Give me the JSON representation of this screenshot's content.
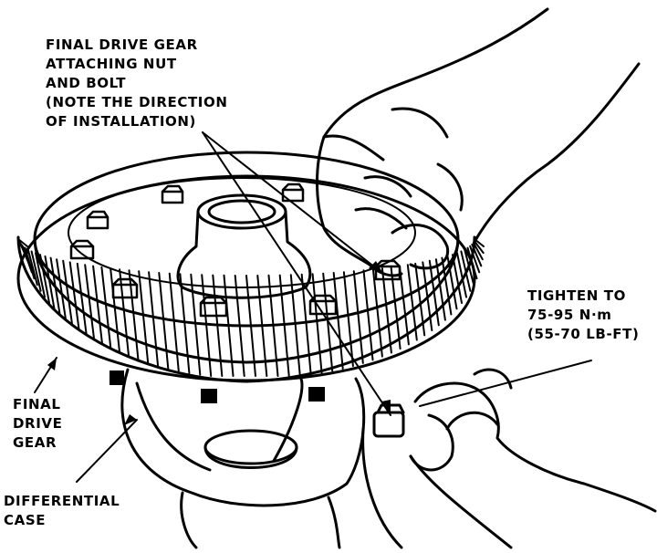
{
  "labels": {
    "nut_bolt": [
      "FINAL DRIVE GEAR",
      "ATTACHING NUT",
      "AND BOLT",
      "(NOTE THE DIRECTION",
      "OF INSTALLATION)"
    ],
    "torque": [
      "TIGHTEN TO",
      "75-95 N·m",
      "(55-70 LB-FT)"
    ],
    "final_drive_gear": [
      "FINAL",
      "DRIVE",
      "GEAR"
    ],
    "differential_case": [
      "DIFFERENTIAL",
      "CASE"
    ]
  },
  "colors": {
    "ink": "#000000",
    "paper": "#ffffff"
  }
}
